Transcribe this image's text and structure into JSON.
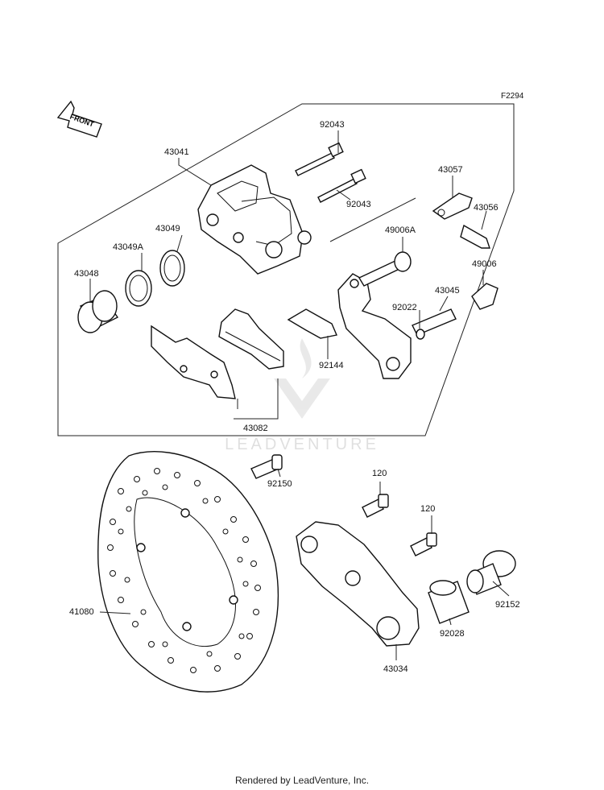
{
  "figure_code": "F2294",
  "front_label": "FRONT",
  "watermark": "LEADVENTURE",
  "footer": "Rendered by LeadVenture, Inc.",
  "callouts": [
    {
      "id": "92043a",
      "text": "92043"
    },
    {
      "id": "43041",
      "text": "43041"
    },
    {
      "id": "43057",
      "text": "43057"
    },
    {
      "id": "92043b",
      "text": "92043"
    },
    {
      "id": "43056",
      "text": "43056"
    },
    {
      "id": "43049",
      "text": "43049"
    },
    {
      "id": "43049A",
      "text": "43049A"
    },
    {
      "id": "49006A",
      "text": "49006A"
    },
    {
      "id": "43048",
      "text": "43048"
    },
    {
      "id": "49006",
      "text": "49006"
    },
    {
      "id": "43045",
      "text": "43045"
    },
    {
      "id": "92022",
      "text": "92022"
    },
    {
      "id": "92144",
      "text": "92144"
    },
    {
      "id": "43082",
      "text": "43082"
    },
    {
      "id": "92150",
      "text": "92150"
    },
    {
      "id": "120a",
      "text": "120"
    },
    {
      "id": "120b",
      "text": "120"
    },
    {
      "id": "41080",
      "text": "41080"
    },
    {
      "id": "92152",
      "text": "92152"
    },
    {
      "id": "92028",
      "text": "92028"
    },
    {
      "id": "43034",
      "text": "43034"
    }
  ]
}
